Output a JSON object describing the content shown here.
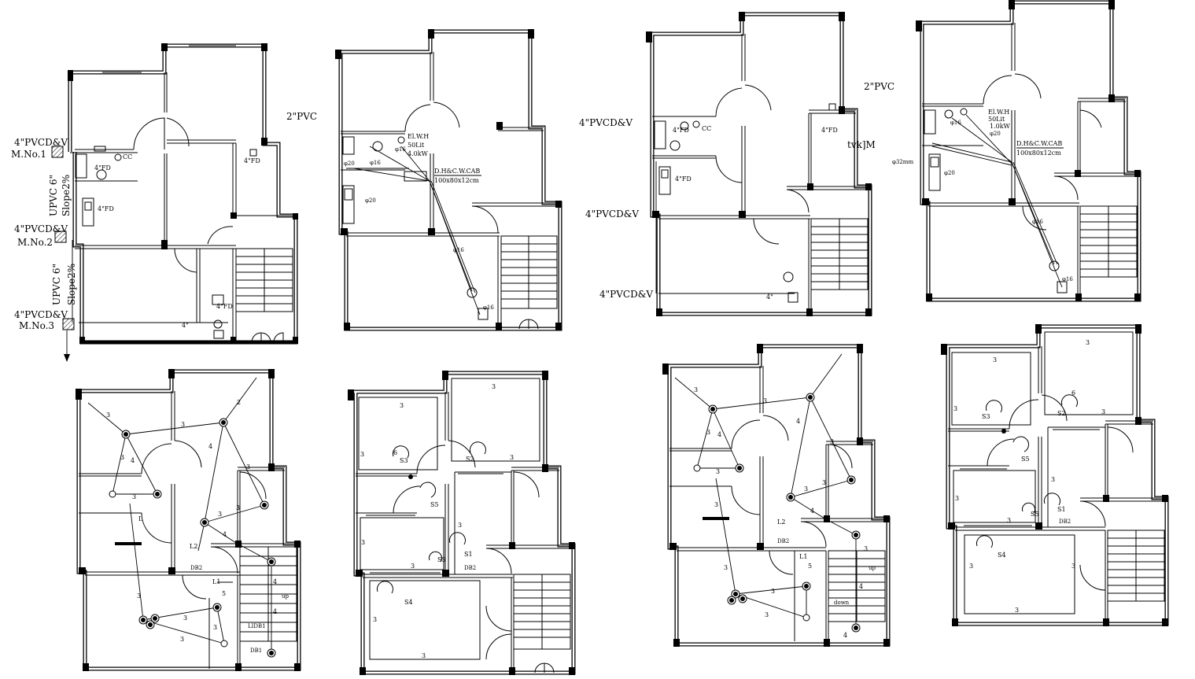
{
  "sheet": {
    "background": "#ffffff",
    "line_color": "#000000"
  },
  "plumbing_plan_1": {
    "pvcd_1": "4\"PVCD&V",
    "manhole_1": "M.No.1",
    "upvc_1": "UPVC 6\"",
    "slope_1": "Slope2%",
    "pvcd_2": "4\"PVCD&V",
    "manhole_2": "M.No.2",
    "upvc_2": "UPVC 6\"",
    "slope_2": "Slope2%",
    "pvcd_3": "4\"PVCD&V",
    "manhole_3": "M.No.3",
    "pvc_2": "2\"PVC",
    "fd_1": "4\"FD",
    "fd_2": "4\"FD",
    "fd_3": "4\"FD",
    "fd_4": "4\"FD",
    "cc": "CC",
    "dim_4": "4\""
  },
  "plumbing_plan_2": {
    "elwh": "El.W.H",
    "capacity": "50Lit",
    "power": "4.0kW",
    "cab": "D.H&C.W.CAB",
    "cab_size": "100x80x12cm",
    "phi_20a": "φ20",
    "phi_20b": "φ20",
    "phi_16a": "φ16",
    "phi_16b": "φ16",
    "phi_16c": "φ16",
    "phi_16d": "φ16"
  },
  "plumbing_plan_3": {
    "pvcd_1": "4\"PVCD&V",
    "pvcd_2": "4\"PVCD&V",
    "pvcd_3": "4\"PVCD&V",
    "pvc_2": "2\"PVC",
    "fd_1": "4\"FD",
    "fd_2": "4\"FD",
    "fd_3": "4\"FD",
    "cc": "CC",
    "dim_4": "4\"",
    "tag": "tvk]M"
  },
  "plumbing_plan_4": {
    "elwh": "El.W.H",
    "capacity": "50Lit",
    "power": "1.0kW",
    "cab": "D.H&C.W.CAB",
    "cab_size": "100x80x12cm",
    "phi_32": "φ32mm",
    "phi_20a": "φ20",
    "phi_20b": "φ20",
    "phi_16a": "φ16",
    "phi_16b": "φ16",
    "phi_16c": "φ16"
  },
  "electrical_plan_1": {
    "n3": "3",
    "n2": "2",
    "n4": "4",
    "n5": "5",
    "l": "L",
    "l1": "L1",
    "l2": "L2",
    "db1": "DB1",
    "db2": "DB2",
    "lidb": "LIDB1",
    "up": "up"
  },
  "electrical_plan_2": {
    "n3": "3",
    "n6": "6",
    "s1": "S1",
    "s2": "S2",
    "s3": "S3",
    "s4": "S4",
    "s5": "S5",
    "db2": "DB2"
  },
  "electrical_plan_3": {
    "n3": "3",
    "n4": "4",
    "n5": "5",
    "l1": "L1",
    "l2": "L2",
    "db2": "DB2",
    "up": "up",
    "down": "down"
  },
  "electrical_plan_4": {
    "n3": "3",
    "n6": "6",
    "s1": "S1",
    "s2": "S2",
    "s3": "S3",
    "s4": "S4",
    "s5": "S5",
    "db2": "DB2"
  }
}
